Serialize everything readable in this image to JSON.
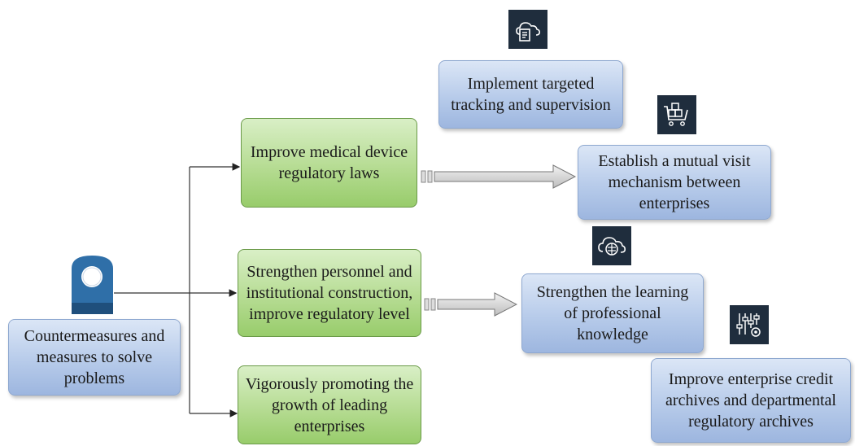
{
  "root": {
    "label": "Countermeasures and measures to solve problems",
    "icon": "person-icon"
  },
  "measures": [
    {
      "label": "Improve medical device regulatory laws"
    },
    {
      "label": "Strengthen personnel and institutional construction, improve regulatory level"
    },
    {
      "label": "Vigorously promoting the growth of leading enterprises"
    }
  ],
  "outcomes": [
    {
      "label": "Implement targeted tracking and supervision",
      "icon": "cloud-document-icon"
    },
    {
      "label": "Establish a mutual visit mechanism between enterprises",
      "icon": "cart-boxes-icon"
    },
    {
      "label": "Strengthen the learning of professional knowledge",
      "icon": "cloud-brain-icon"
    },
    {
      "label": "Improve enterprise credit archives and departmental regulatory archives",
      "icon": "sliders-gear-icon"
    }
  ],
  "colors": {
    "measure_fill": "#b6dc93",
    "outcome_fill": "#b7cbea",
    "icon_bg": "#1f2d3d",
    "person": "#2f6fa8"
  }
}
